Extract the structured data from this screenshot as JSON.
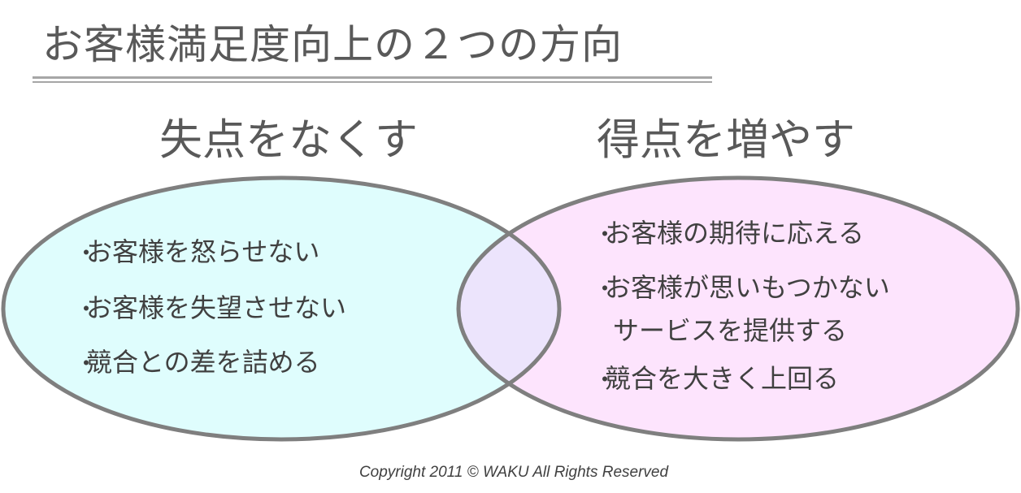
{
  "title": "お客様満足度向上の２つの方向",
  "left": {
    "heading": "失点をなくす",
    "items": [
      "お客様を怒らせない",
      "お客様を失望させない",
      "競合との差を詰める"
    ]
  },
  "right": {
    "heading": "得点を増やす",
    "items": [
      "お客様の期待に応える",
      "お客様が思いもつかない",
      "サービスを提供する",
      "競合を大きく上回る"
    ]
  },
  "bullet": "・",
  "copyright": "Copyright 2011 © WAKU All Rights Reserved",
  "colors": {
    "left_fill": "#dffdfd",
    "right_fill": "#fde4fd",
    "overlap_fill": "#ece4fc",
    "outline": "#7f7f7f"
  }
}
